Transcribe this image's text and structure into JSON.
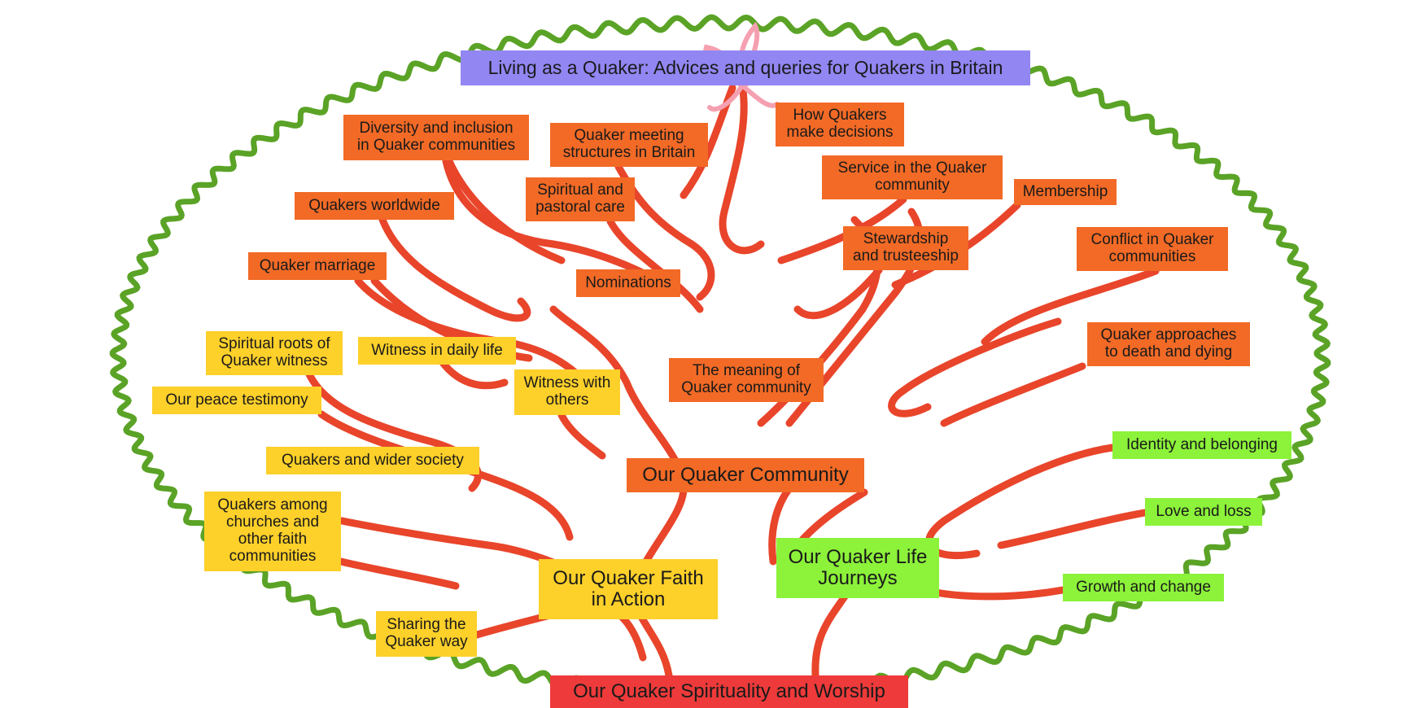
{
  "colors": {
    "frame": "#5aa326",
    "branches": "#e8452b",
    "flower": "#f5a0b0",
    "title_bg": "#9286f2",
    "community_bg": "#f26a26",
    "action_bg": "#fdd02a",
    "journeys_bg": "#8cf23a",
    "root_bg": "#ee3a3a"
  },
  "title": "Living as a Quaker: Advices and queries for Quakers in Britain",
  "root": "Our Quaker Spirituality and Worship",
  "community": {
    "heading": "Our Quaker Community",
    "items": {
      "diversity": [
        "Diversity and inclusion",
        "in Quaker communities"
      ],
      "structures": [
        "Quaker meeting",
        "structures in Britain"
      ],
      "decisions": [
        "How Quakers",
        "make decisions"
      ],
      "service": [
        "Service in the Quaker",
        "community"
      ],
      "membership": "Membership",
      "worldwide": "Quakers worldwide",
      "spiritual_care": [
        "Spiritual and",
        "pastoral care"
      ],
      "stewardship": [
        "Stewardship",
        "and trusteeship"
      ],
      "conflict": [
        "Conflict in Quaker",
        "communities"
      ],
      "marriage": "Quaker marriage",
      "nominations": "Nominations",
      "death": [
        "Quaker approaches",
        "to death and dying"
      ],
      "meaning": [
        "The meaning of",
        "Quaker community"
      ]
    }
  },
  "action": {
    "heading": [
      "Our Quaker Faith",
      "in Action"
    ],
    "items": {
      "roots": [
        "Spiritual roots of",
        "Quaker witness"
      ],
      "daily": "Witness in daily life",
      "with_others": [
        "Witness with",
        "others"
      ],
      "peace": "Our peace testimony",
      "society": "Quakers and wider society",
      "churches": [
        "Quakers among",
        "churches and",
        "other faith",
        "communities"
      ],
      "sharing": [
        "Sharing the",
        "Quaker way"
      ]
    }
  },
  "journeys": {
    "heading": [
      "Our Quaker Life",
      "Journeys"
    ],
    "items": {
      "identity": "Identity and belonging",
      "love": "Love and loss",
      "growth": "Growth and change"
    }
  }
}
